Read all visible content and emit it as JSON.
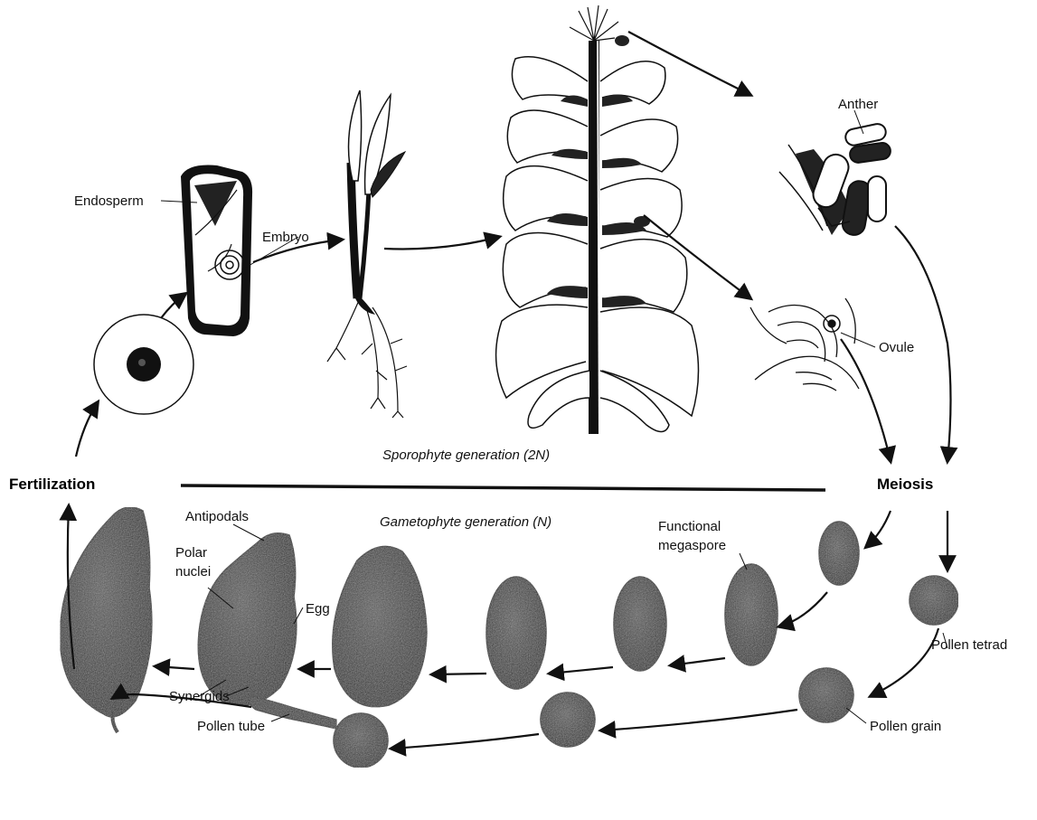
{
  "labels": {
    "endosperm": "Endosperm",
    "embryo": "Embryo",
    "anther": "Anther",
    "ovule": "Ovule",
    "fertilization": "Fertilization",
    "meiosis": "Meiosis",
    "sporophyte": "Sporophyte generation (2N)",
    "gametophyte": "Gametophyte generation (N)",
    "antipodals": "Antipodals",
    "polar_line1": "Polar",
    "polar_line2": "nuclei",
    "egg": "Egg",
    "synergids": "Synergids",
    "functional_line1": "Functional",
    "functional_line2": "megaspore",
    "pollen_tetrad": "Pollen tetrad",
    "pollen_grain": "Pollen grain",
    "pollen_tube": "Pollen tube"
  },
  "colors": {
    "ink": "#111111",
    "cell_fill": "#3a3a3a",
    "cell_dark": "#1a1a1a",
    "paper": "#ffffff"
  }
}
